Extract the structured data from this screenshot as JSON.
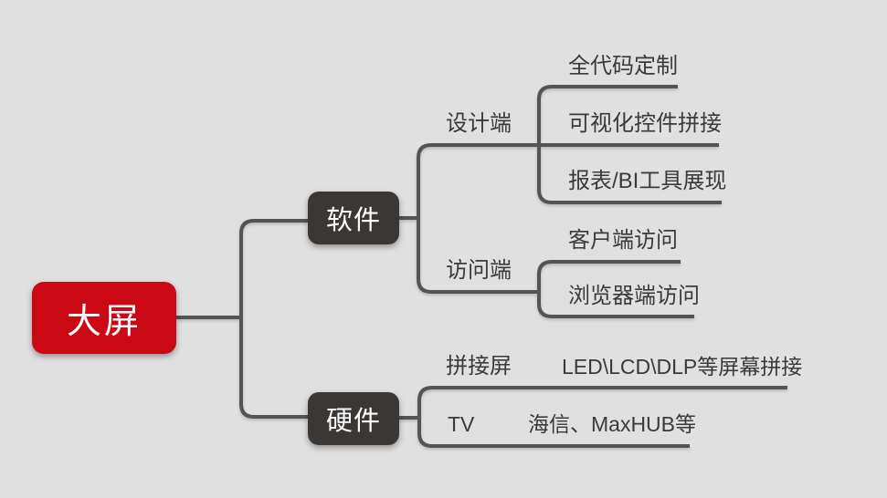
{
  "colors": {
    "background": "#e1e0e0",
    "line": "#565452",
    "root_accent": "#ca0915",
    "branch_dark": "#3a3734",
    "leaf_text": "#3c3a38"
  },
  "mindmap": {
    "root": {
      "label": "大屏"
    },
    "software": {
      "label": "软件"
    },
    "hardware": {
      "label": "硬件"
    },
    "design_side": {
      "label": "设计端"
    },
    "full_code": {
      "label": "全代码定制"
    },
    "visual_widgets": {
      "label": "可视化控件拼接"
    },
    "bi_tools": {
      "label": "报表/BI工具展现"
    },
    "access_side": {
      "label": "访问端"
    },
    "client_access": {
      "label": "客户端访问"
    },
    "browser_access": {
      "label": "浏览器端访问"
    },
    "tiled_screen": {
      "label": "拼接屏"
    },
    "tiled_screen_desc": {
      "label": "LED\\LCD\\DLP等屏幕拼接"
    },
    "tv": {
      "label": "TV"
    },
    "tv_desc": {
      "label": "海信、MaxHUB等"
    }
  }
}
